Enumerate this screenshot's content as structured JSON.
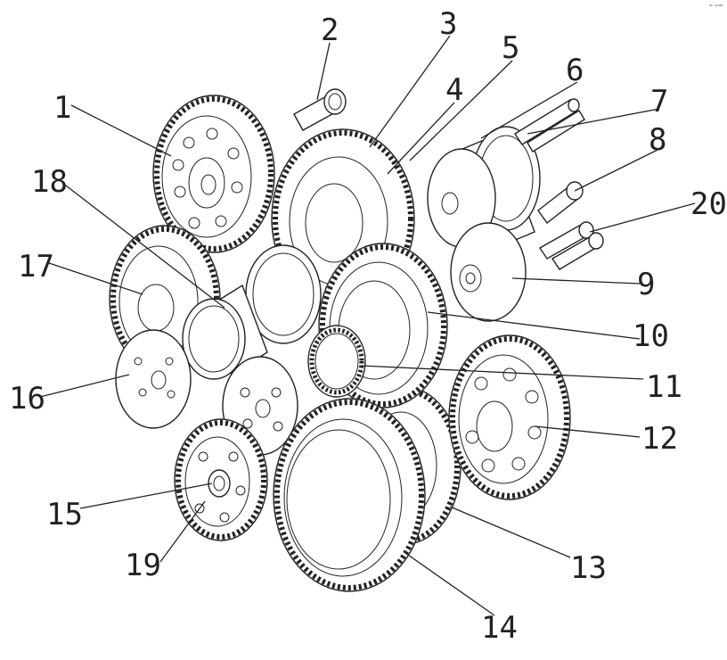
{
  "corner_mark": "ᵃᵗ ˢᵖᵃᵉ",
  "callouts": [
    {
      "id": "1",
      "text": "1"
    },
    {
      "id": "2",
      "text": "2"
    },
    {
      "id": "3",
      "text": "3"
    },
    {
      "id": "4",
      "text": "4"
    },
    {
      "id": "5",
      "text": "5"
    },
    {
      "id": "6",
      "text": "6"
    },
    {
      "id": "7",
      "text": "7"
    },
    {
      "id": "8",
      "text": "8"
    },
    {
      "id": "9",
      "text": "9"
    },
    {
      "id": "10",
      "text": "10"
    },
    {
      "id": "11",
      "text": "11"
    },
    {
      "id": "12",
      "text": "12"
    },
    {
      "id": "13",
      "text": "13"
    },
    {
      "id": "14",
      "text": "14"
    },
    {
      "id": "15",
      "text": "15"
    },
    {
      "id": "16",
      "text": "16"
    },
    {
      "id": "17",
      "text": "17"
    },
    {
      "id": "18",
      "text": "18"
    },
    {
      "id": "19",
      "text": "19"
    },
    {
      "id": "20",
      "text": "20"
    }
  ]
}
